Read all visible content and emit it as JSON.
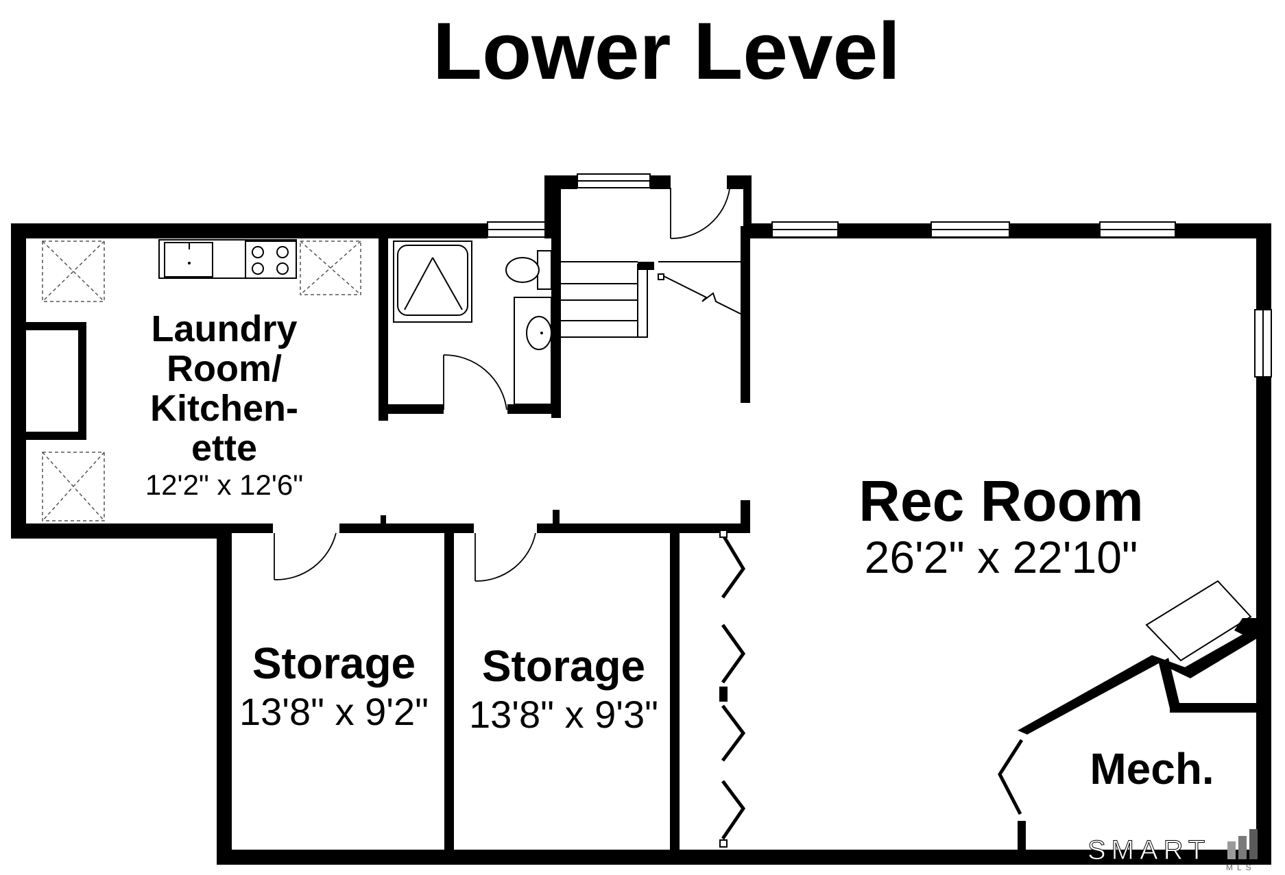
{
  "title": "Lower Level",
  "rooms": {
    "laundry": {
      "name_lines": [
        "Laundry",
        "Room/",
        "Kitchen-",
        "ette"
      ],
      "dims": "12'2\" x 12'6\""
    },
    "rec": {
      "name": "Rec Room",
      "dims": "26'2\" x 22'10\""
    },
    "storage_1": {
      "name": "Storage",
      "dims": "13'8\" x 9'2\""
    },
    "storage_2": {
      "name": "Storage",
      "dims": "13'8\" x 9'3\""
    },
    "mech": {
      "name": "Mech."
    }
  },
  "watermark": {
    "text": "SMART",
    "sub": "MLS"
  },
  "colors": {
    "wall": "#000000",
    "background": "#ffffff"
  }
}
